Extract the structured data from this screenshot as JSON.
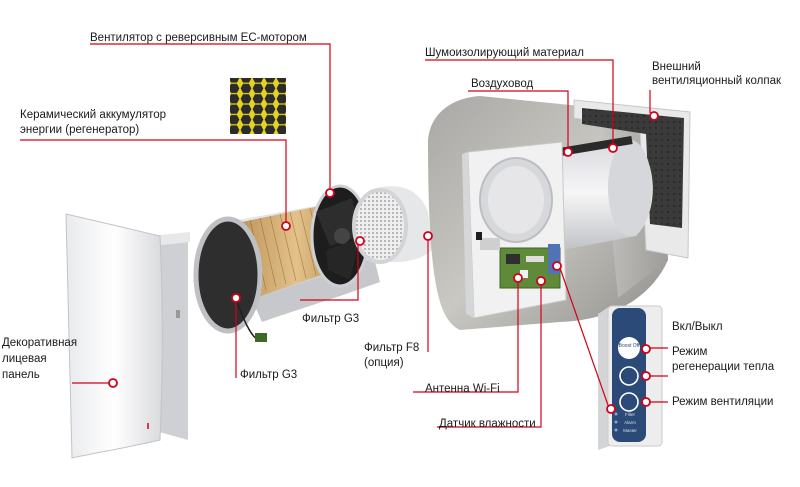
{
  "labels": {
    "fan": "Вентилятор с реверсивным ЕС-мотором",
    "ceramic_1": "Керамический аккумулятор",
    "ceramic_2": "энергии (регенератор)",
    "insulation": "Шумоизолирующий материал",
    "duct": "Воздуховод",
    "hood_1": "Внешний",
    "hood_2": "вентиляционный колпак",
    "panel_1": "Декоративная",
    "panel_2": "лицевая",
    "panel_3": "панель",
    "filter_g3_a": "Фильтр G3",
    "filter_g3_b": "Фильтр G3",
    "filter_f8_1": "Фильтр F8",
    "filter_f8_2": "(опция)",
    "wifi": "Антенна Wi-Fi",
    "humidity": "Датчик влажности",
    "power": "Вкл/Выкл",
    "heat_mode_1": "Режим",
    "heat_mode_2": "регенерации тепла",
    "vent_mode": "Режим вентиляции"
  },
  "control_panel": {
    "btn_power": "Boost Off",
    "row1": "Filter",
    "row2": "Alarm",
    "row3": "Master"
  },
  "colors": {
    "callout": "#d0021b",
    "panel_blue": "#2c4a78"
  }
}
